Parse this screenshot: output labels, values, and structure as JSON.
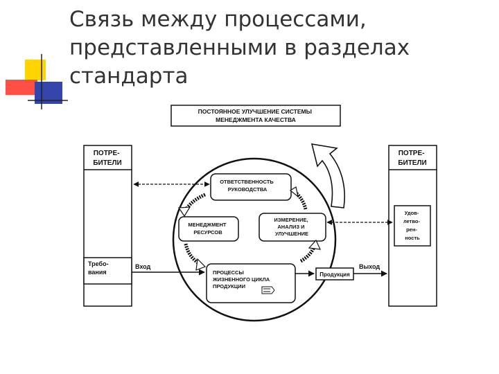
{
  "slide": {
    "title": "Связь между процессами,\nпредставленными в разделах\nстандарта"
  },
  "diagram": {
    "top_box": [
      "ПОСТОЯННОЕ УЛУЧШЕНИЕ СИСТЕМЫ",
      "МЕНЕДЖМЕНТА КАЧЕСТВА"
    ],
    "left_column": {
      "header": [
        "ПОТРЕ-",
        "БИТЕЛИ"
      ],
      "requirements": [
        "Требо-",
        "вания"
      ]
    },
    "right_column": {
      "header": [
        "ПОТРЕ-",
        "БИТЕЛИ"
      ],
      "satisfaction": [
        "Удов-",
        "летво-",
        "рен-",
        "ность"
      ]
    },
    "nodes": {
      "responsibility": [
        "ОТВЕТСТВЕННОСТЬ",
        "РУКОВОДСТВА"
      ],
      "resources": [
        "МЕНЕДЖМЕНТ",
        "РЕСУРСОВ"
      ],
      "measurement": [
        "ИЗМЕРЕНИЕ,",
        "АНАЛИЗ И",
        "УЛУЧШЕНИЕ"
      ],
      "product_processes": [
        "ПРОЦЕССЫ",
        "ЖИЗНЕННОГО ЦИКЛА",
        "ПРОДУКЦИИ"
      ],
      "product": "Продукция"
    },
    "labels": {
      "input": "Вход",
      "output": "Выход"
    }
  }
}
